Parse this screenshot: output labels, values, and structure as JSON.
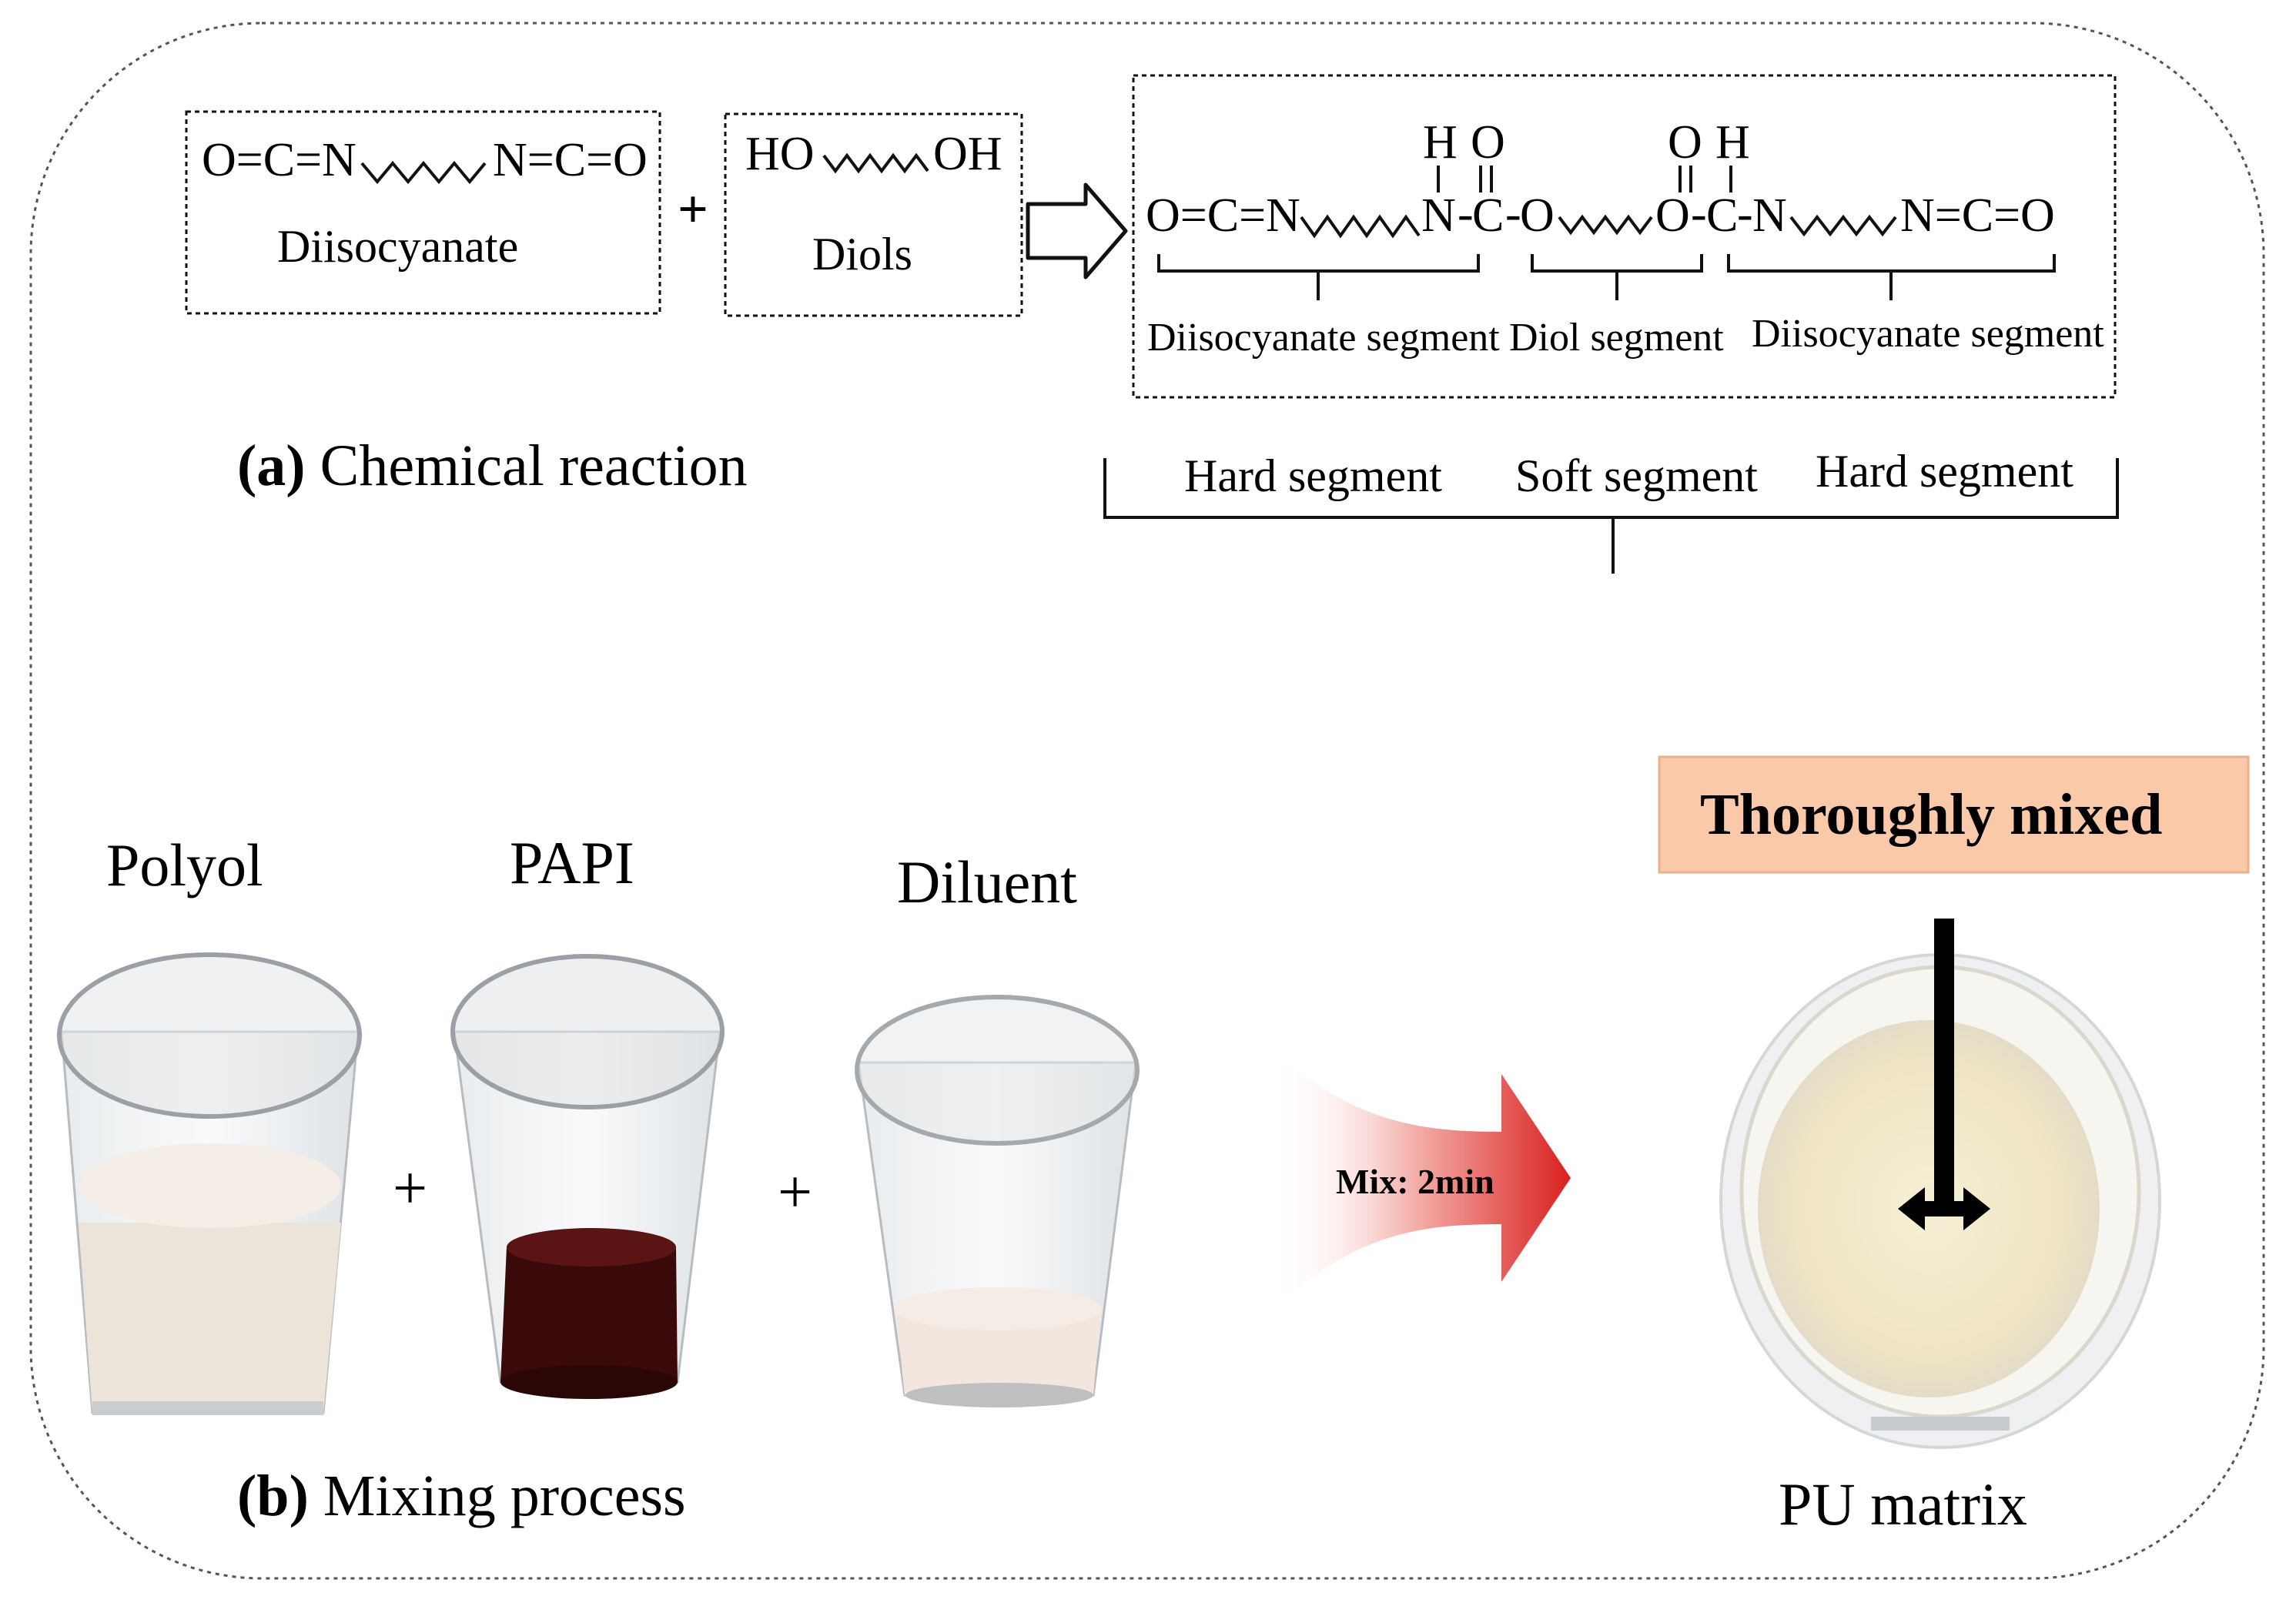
{
  "reaction": {
    "diisocyanate_formula": "O=C=N",
    "diisocyanate_formula_end": "N=C=O",
    "diisocyanate_label": "Diisocyanate",
    "plus": "+",
    "diol_ho": "HO",
    "diol_oh": "OH",
    "diol_label": "Diols",
    "product": {
      "start": "O=C=N",
      "n": "N",
      "h1": "H",
      "o1": "O",
      "c1": "C",
      "o_link1": "O",
      "o_link2": "O",
      "o2": "O",
      "h2": "H",
      "c2": "C",
      "n2": "N",
      "end": "N=C=O",
      "dash": "-"
    },
    "segments": [
      "Diisocyanate segment",
      "Diol segment",
      "Diisocyanate segment"
    ],
    "segment_types": [
      "Hard segment",
      "Soft segment",
      "Hard segment"
    ],
    "caption_letter": "(a)",
    "caption_text": " Chemical reaction"
  },
  "mixing": {
    "cups": [
      {
        "label": "Polyol",
        "liquid_color": "#ece4d9",
        "liquid_level": 0.45
      },
      {
        "label": "PAPI",
        "liquid_color": "#3a0a0a",
        "liquid_level": 0.28
      },
      {
        "label": "Diluent",
        "liquid_color": "#f2e6de",
        "liquid_level": 0.18
      }
    ],
    "plus": "+",
    "mix_label": "Mix: 2min",
    "callout": "Thoroughly mixed",
    "product_label": "PU matrix",
    "caption_letter": "(b)",
    "caption_text": " Mixing process"
  },
  "colors": {
    "callout_bg": "#f9c9a9",
    "arrow_red": "#d9201f",
    "pu_cream": "#f3ecd6"
  }
}
